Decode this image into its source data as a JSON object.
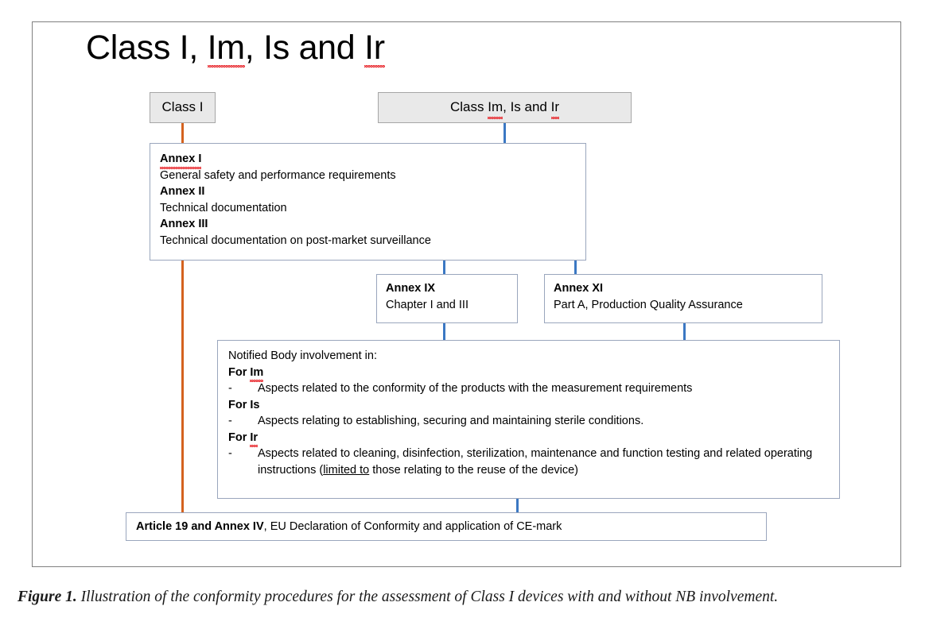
{
  "figure": {
    "title": "Class I, Im, Is and Ir",
    "caption_lead": "Figure 1.",
    "caption_text": "Illustration of the conformity procedures for the assessment of Class I devices with and without NB involvement."
  },
  "colors": {
    "frame_border": "#808080",
    "box_border": "#9aa6bd",
    "gray_box_fill": "#e9e9e9",
    "gray_box_border": "#a6a6a6",
    "connector_blue": "#3b78c3",
    "connector_orange": "#d4621f",
    "spellcheck_red": "#e8262b"
  },
  "nodes": {
    "class_i": {
      "label": "Class I"
    },
    "class_im_is_ir": {
      "prefix": "Class ",
      "token_im": "Im",
      "middle": ", Is and ",
      "token_ir": "Ir"
    },
    "annex_group": {
      "rows": [
        {
          "heading": "Annex I",
          "heading_spellchecked": true,
          "text": "General safety and performance requirements"
        },
        {
          "heading": "Annex II",
          "heading_spellchecked": false,
          "text": "Technical documentation"
        },
        {
          "heading": "Annex III",
          "heading_spellchecked": false,
          "text": "Technical documentation on post-market surveillance"
        }
      ]
    },
    "annex_ix": {
      "heading": "Annex IX",
      "text": "Chapter I and III"
    },
    "annex_xi": {
      "heading": "Annex XI",
      "text": "Part A, Production Quality Assurance"
    },
    "notified_body": {
      "intro": "Notified Body involvement in:",
      "sections": [
        {
          "heading_prefix": "For ",
          "heading_token": "Im",
          "bullet_marker": "-",
          "bullet_text": "Aspects related to the conformity of the products with the measurement requirements"
        },
        {
          "heading_prefix": "For ",
          "heading_token": "Is",
          "bullet_marker": "-",
          "bullet_text": "Aspects relating to establishing, securing and maintaining sterile conditions."
        },
        {
          "heading_prefix": "For ",
          "heading_token": "Ir",
          "bullet_marker": "-",
          "bullet_text_part1": "Aspects related to cleaning, disinfection, sterilization, maintenance and function testing and related operating instructions (",
          "bullet_text_underlined": "limited to",
          "bullet_text_part2": " those relating to the reuse of the device)"
        }
      ]
    },
    "article": {
      "bold_part": "Article 19 and Annex IV",
      "rest": ", EU Declaration of Conformity and application of CE-mark"
    }
  }
}
